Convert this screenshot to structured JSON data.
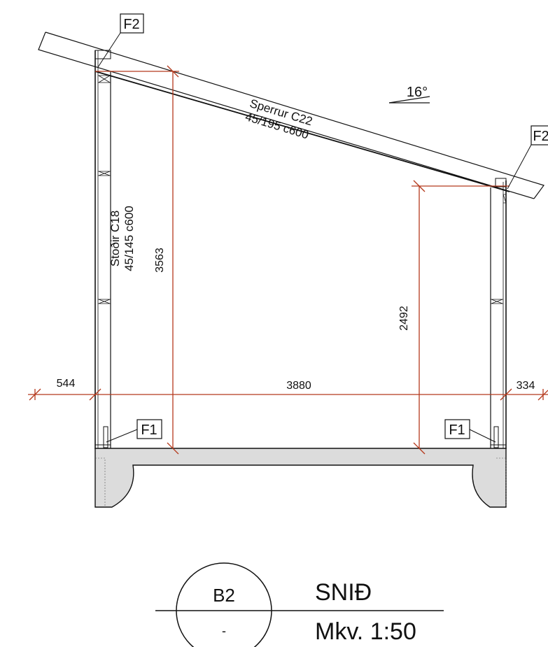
{
  "roof_pitch": "16°",
  "rafter_label": {
    "line1": "Sperrur C22",
    "line2": "45/195 c600"
  },
  "stud_label": {
    "line1": "Stoðir C18",
    "line2": "45/145 c600"
  },
  "dimensions": {
    "left_height": "3563",
    "right_height": "2492",
    "span": "3880",
    "overhang_left": "544",
    "overhang_right": "334"
  },
  "tags": {
    "top_left": "F2",
    "top_right": "F2",
    "bottom_left": "F1",
    "bottom_right": "F1"
  },
  "title_block": {
    "circle_top": "B2",
    "circle_bottom": "-",
    "title": "SNIÐ",
    "scale": "Mkv. 1:50"
  },
  "colors": {
    "dimension": "#b5391c",
    "line": "#111111",
    "slab_fill": "#dcdcdc"
  }
}
